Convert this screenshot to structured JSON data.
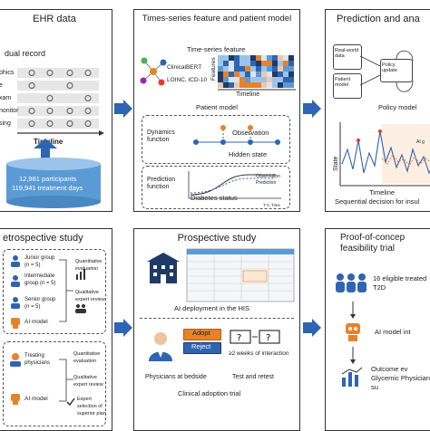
{
  "ehr": {
    "title": "EHR data",
    "record_label": "dual record",
    "rows": [
      "phics",
      "e",
      "xam",
      "nonitor",
      "sing"
    ],
    "timeline": "Timeline",
    "participants": "12,981 participants",
    "days": "119,941 treatment days"
  },
  "ts": {
    "title": "Times-series feature and patient model",
    "feature_label": "Time-series feature",
    "clinicalbert": "ClinicalBERT",
    "loinc": "LOINC, ICD-10",
    "features_axis": "Features",
    "timeline": "Timeline",
    "patient_model": "Patient model",
    "dynamics": "Dynamics function",
    "observation": "Observation",
    "hidden_state": "Hidden state",
    "prediction_fn": "Prediction function",
    "diabetes_status": "Diabetes status",
    "legend_obs": "Observation",
    "legend_pred": "Prediction",
    "t_axis": "T+t, Time"
  },
  "pred": {
    "title": "Prediction and ana",
    "real_world": "Real-world data",
    "patient_model": "Patient model",
    "policy_update": "Policy update",
    "policy_model": "Policy model",
    "state_axis": "State",
    "legend_ai": "AI g",
    "timeline": "Timeline",
    "caption": "Sequential decision for insul"
  },
  "retro": {
    "title": "etrospective study",
    "junior": "Junior group (n = 5)",
    "intermediate": "Intermediate group (n = 5)",
    "senior": "Senior group (n = 5)",
    "ai_model": "AI model",
    "quant": "Quantitative evaluation",
    "qual": "Qualitative expert review",
    "treating": "Treating physicians",
    "quant2": "Quantitative evaluation",
    "qual2": "Qualitative expert review",
    "ai_model2": "AI model",
    "expert_sel": "Expert selection of superior plan"
  },
  "prosp": {
    "title": "Prospective study",
    "deploy": "AI deployment in the HIS",
    "adopt": "Adopt",
    "reject": "Reject",
    "weeks": "≥2 weeks of interaction",
    "physicians": "Physicians at bedside",
    "retest": "Test and retest",
    "trial": "Clinical adoption trial"
  },
  "poc": {
    "title": "Proof-of-concep feasibility trial",
    "eligible": "16 eligible treated T2D",
    "ai_model": "AI model int",
    "outcome": "Outcome ev Glycemic Physicians' su"
  },
  "colors": {
    "blue": "#2f64b3",
    "orange": "#e8822a",
    "cyan": "#2aa4d8",
    "dark": "#1f3a66"
  }
}
